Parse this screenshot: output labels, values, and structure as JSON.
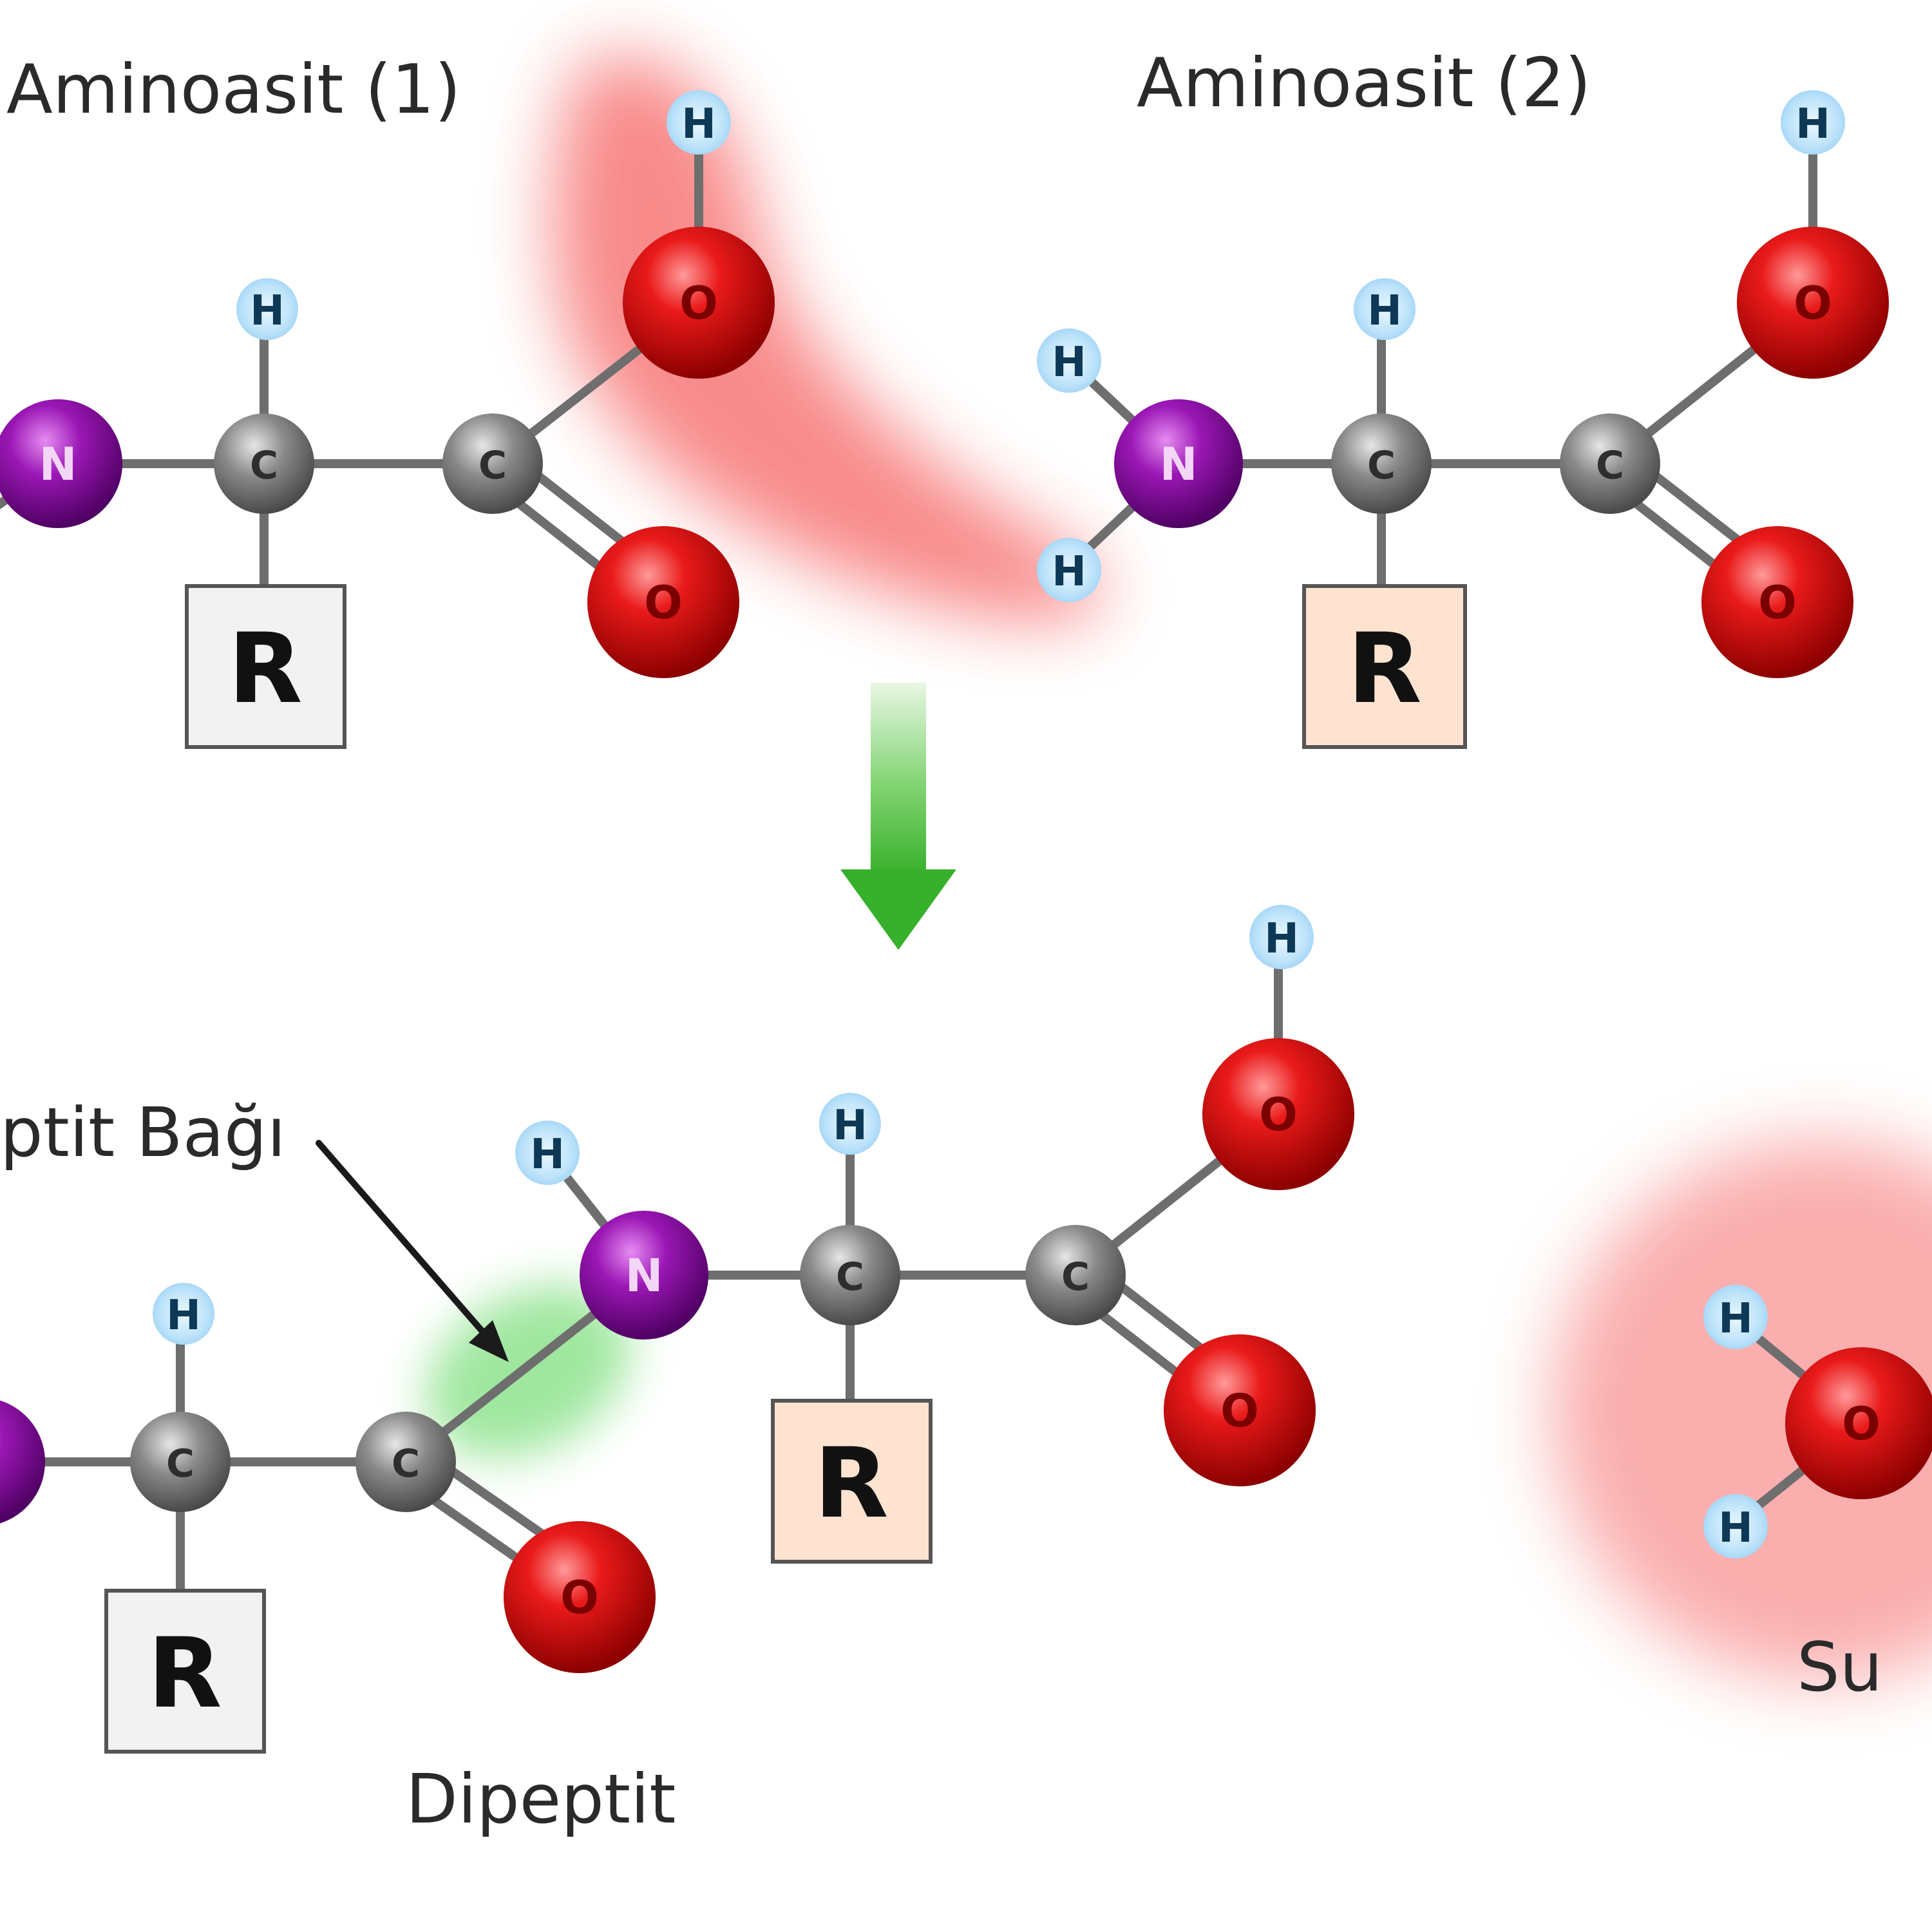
{
  "labels": {
    "amino_acid_1": "Aminoasit (1)",
    "amino_acid_2": "Aminoasit (2)",
    "peptide_bond": "ptit Bağı",
    "dipeptide": "Dipeptit",
    "water": "Su"
  },
  "atoms": {
    "hydrogen": "H",
    "nitrogen": "N",
    "carbon": "C",
    "oxygen": "O"
  },
  "side_chain": "R",
  "colors": {
    "hydrogen": "#bde3fa",
    "nitrogen": "#8e12a8",
    "carbon": "#7d7d7d",
    "oxygen": "#d40000",
    "bond": "#6e6e6e",
    "highlight_red": "#f76d6d",
    "highlight_green": "#8fe38f",
    "arrow_green": "#3cb931",
    "r_box_1": "#f2f2f2",
    "r_box_2": "#fde3d0"
  }
}
